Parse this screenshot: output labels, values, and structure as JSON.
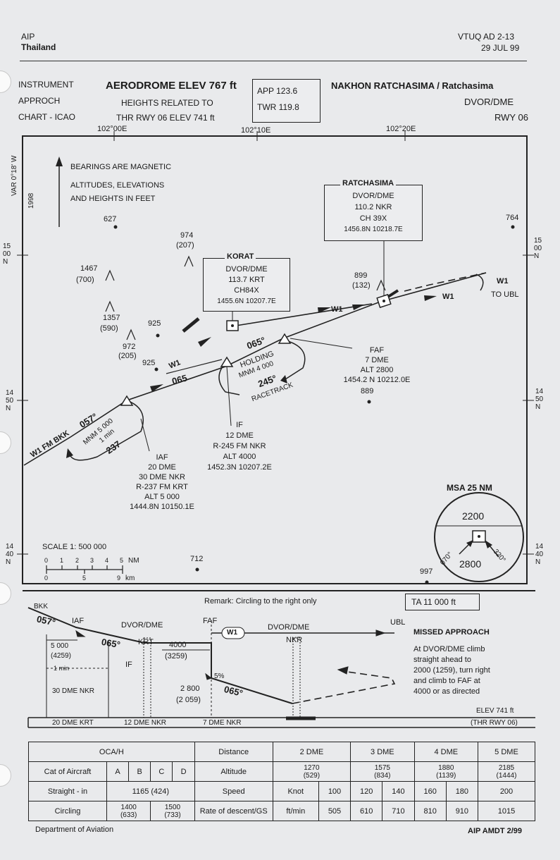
{
  "header": {
    "aip": "AIP",
    "country": "Thailand",
    "doc_id": "VTUQ AD 2-13",
    "date": "29 JUL 99",
    "chart_type": [
      "INSTRUMENT",
      "APPROCH",
      "CHART - ICAO"
    ],
    "aerodrome_elev": "AERODROME ELEV 767 ft",
    "heights_related": "HEIGHTS RELATED TO",
    "thr_elev": "THR RWY 06  ELEV 741 ft",
    "app_freq": "APP  123.6",
    "twr_freq": "TWR  119.8",
    "airport": "NAKHON RATCHASIMA / Ratchasima",
    "procedure": "DVOR/DME",
    "runway": "RWY 06"
  },
  "plan": {
    "lon_labels": [
      "102°00E",
      "102°10E",
      "102°20E"
    ],
    "lat_15": [
      "15",
      "00",
      "N"
    ],
    "lat_1450": [
      "14",
      "50",
      "N"
    ],
    "lat_1440": [
      "14",
      "40",
      "N"
    ],
    "notes": [
      "BEARINGS ARE MAGNETIC",
      "ALTITUDES, ELEVATIONS",
      "AND HEIGHTS IN FEET"
    ],
    "variation": [
      "VAR 0°18' W",
      "1998"
    ],
    "obstacles": {
      "o627": "627",
      "o764": "764",
      "o974": "974",
      "o974h": "(207)",
      "o1467": "1467",
      "o1467h": "(700)",
      "o1357": "1357",
      "o1357h": "(590)",
      "o925a": "925",
      "o972": "972",
      "o972h": "(205)",
      "o925b": "925",
      "o899": "899",
      "o899h": "(132)",
      "o889": "889",
      "o712": "712",
      "o997": "997"
    },
    "korat": {
      "title": "KORAT",
      "type": "DVOR/DME",
      "freq": "113.7   KRT",
      "ch": "CH84X",
      "coord": "1455.6N 10207.7E"
    },
    "ratchasima": {
      "title": "RATCHASIMA",
      "type": "DVOR/DME",
      "freq": "110.2   NKR",
      "ch": "CH 39X",
      "coord": "1456.8N 10218.7E"
    },
    "w1": "W1",
    "to_ubl": "TO UBL",
    "fm_bkk": "W1  FM BKK",
    "inbound_057": "057°",
    "iaf_mnm": "MNM 5 000",
    "one_min": "1 min",
    "inbound_237": "237",
    "track_065": "065",
    "hold_065": "065°",
    "holding": "HOLDING",
    "hold_mnm": "MNM 4 000",
    "hold_245": "245°",
    "racetrack": "RACETRACK",
    "faf": {
      "name": "FAF",
      "dist": "7 DME",
      "alt": "ALT 2800",
      "coord": "1454.2 N  10212.0E"
    },
    "if": {
      "name": "IF",
      "dist": "12 DME",
      "radial": "R-245  FM NKR",
      "alt": "ALT 4000",
      "coord": "1452.3N 10207.2E"
    },
    "iaf": {
      "name": "IAF",
      "dist": "20 DME",
      "dist2": "30 DME NKR",
      "radial": "R-237  FM KRT",
      "alt": "ALT 5 000",
      "coord": "1444.8N 10150.1E"
    },
    "msa": {
      "title": "MSA 25 NM",
      "north": "2200",
      "south": "2800",
      "b070": "070°",
      "b320": "320°"
    },
    "scale": {
      "title": "SCALE  1: 500 000",
      "nm_ticks": [
        "0",
        "1",
        "2",
        "3",
        "4",
        "5"
      ],
      "nm": "NM",
      "km_ticks": [
        "0",
        "5",
        "9"
      ],
      "km": "km"
    }
  },
  "profile": {
    "remark": "Remark: Circling to the right  only",
    "ta": "TA 11 000 ft",
    "bkk": "BKK",
    "trk_057": "057°",
    "iaf": "IAF",
    "dvor_left": "DVOR/DME",
    "krt": "KRT",
    "faf": "FAF",
    "w1": "W1",
    "dvor_right": "DVOR/DME",
    "nkr": "NKR",
    "ubl": "UBL",
    "alt5000": "5 000",
    "alt5000h": "(4259)",
    "one_min": "1 min",
    "trk_065a": "065°",
    "alt4000": "4000",
    "alt4000h": "(3259)",
    "if": "IF",
    "dme30": "30 DME NKR",
    "alt2800": "2 800",
    "alt2800h": "(2 059)",
    "grad": "5%",
    "trk_065b": "065°",
    "missed_title": "MISSED APPROACH",
    "missed_text": [
      "At DVOR/DME climb",
      "straight ahead to",
      "2000 (1259), turn right",
      "and climb to FAF at",
      "4000 or as directed"
    ],
    "elev": "ELEV 741  ft",
    "thr": "(THR RWY 06)",
    "dme20": "20 DME KRT",
    "dme12": "12 DME NKR",
    "dme7": "7 DME NKR"
  },
  "minima": {
    "oca_title": "OCA/H",
    "cat_label": "Cat of Aircraft",
    "cats": [
      "A",
      "B",
      "C",
      "D"
    ],
    "straight_label": "Straight - in",
    "straight_val": "1165 (424)",
    "circling_label": "Circling",
    "circ_ab": [
      "1400",
      "(633)"
    ],
    "circ_cd": [
      "1500",
      "(733)"
    ],
    "distance_label": "Distance",
    "distances": [
      "2 DME",
      "3 DME",
      "4 DME",
      "5 DME"
    ],
    "altitude_label": "Altitude",
    "altitudes": [
      [
        "1270",
        "(529)"
      ],
      [
        "1575",
        "(834)"
      ],
      [
        "1880",
        "(1139)"
      ],
      [
        "2185",
        "(1444)"
      ]
    ],
    "speed_label": "Speed",
    "knot_label": "Knot",
    "speeds": [
      "100",
      "120",
      "140",
      "160",
      "180",
      "200"
    ],
    "rod_label": "Rate of descent/GS",
    "rod_unit": "ft/min",
    "rods": [
      "505",
      "610",
      "710",
      "810",
      "910",
      "1015"
    ]
  },
  "footer": {
    "dept": "Department of Aviation",
    "amdt": "AIP AMDT 2/99"
  }
}
